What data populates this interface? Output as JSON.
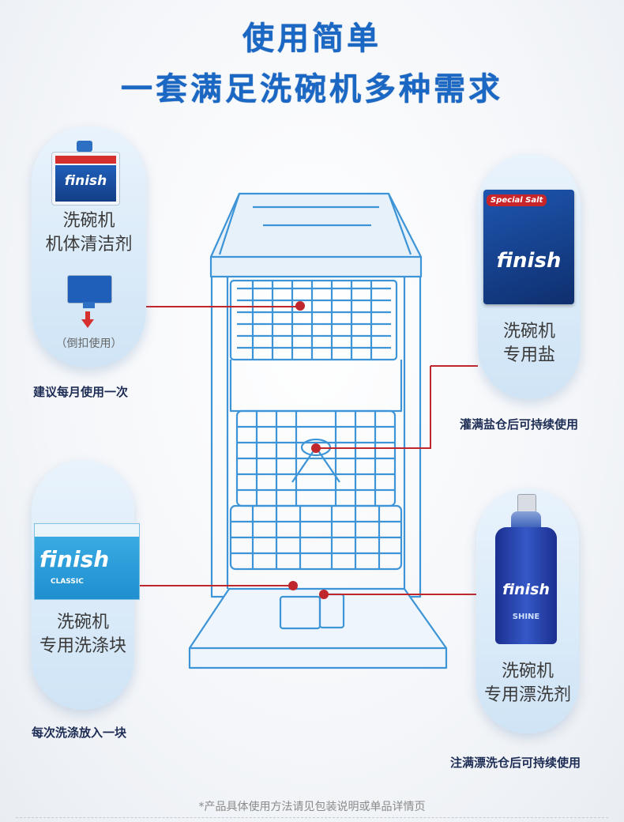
{
  "header": {
    "title_line1": "使用简单",
    "title_line2": "一套满足洗碗机多种需求"
  },
  "products": {
    "cleaner": {
      "label_line1": "洗碗机",
      "label_line2": "机体清洁剂",
      "hint": "（倒扣使用）",
      "note": "建议每月使用一次",
      "brand": "finish"
    },
    "salt": {
      "label_line1": "洗碗机",
      "label_line2": "专用盐",
      "note": "灌满盐仓后可持续使用",
      "brand": "finish",
      "badge": "Special Salt"
    },
    "tablets": {
      "label_line1": "洗碗机",
      "label_line2": "专用洗涤块",
      "note": "每次洗涤放入一块",
      "brand": "finish",
      "sub": "CLASSIC"
    },
    "rinse": {
      "label_line1": "洗碗机",
      "label_line2": "专用漂洗剂",
      "note": "注满漂洗仓后可持续使用",
      "brand": "finish",
      "sub": "SHINE"
    }
  },
  "footer": {
    "disclaimer": "*产品具体使用方法请见包装说明或单品详情页"
  },
  "colors": {
    "title": "#1a67c4",
    "line": "#c0272d",
    "outline": "#3d94d6",
    "note": "#1d2c54"
  },
  "icons": [
    "arrow-down-icon",
    "dishwasher-illustration"
  ]
}
